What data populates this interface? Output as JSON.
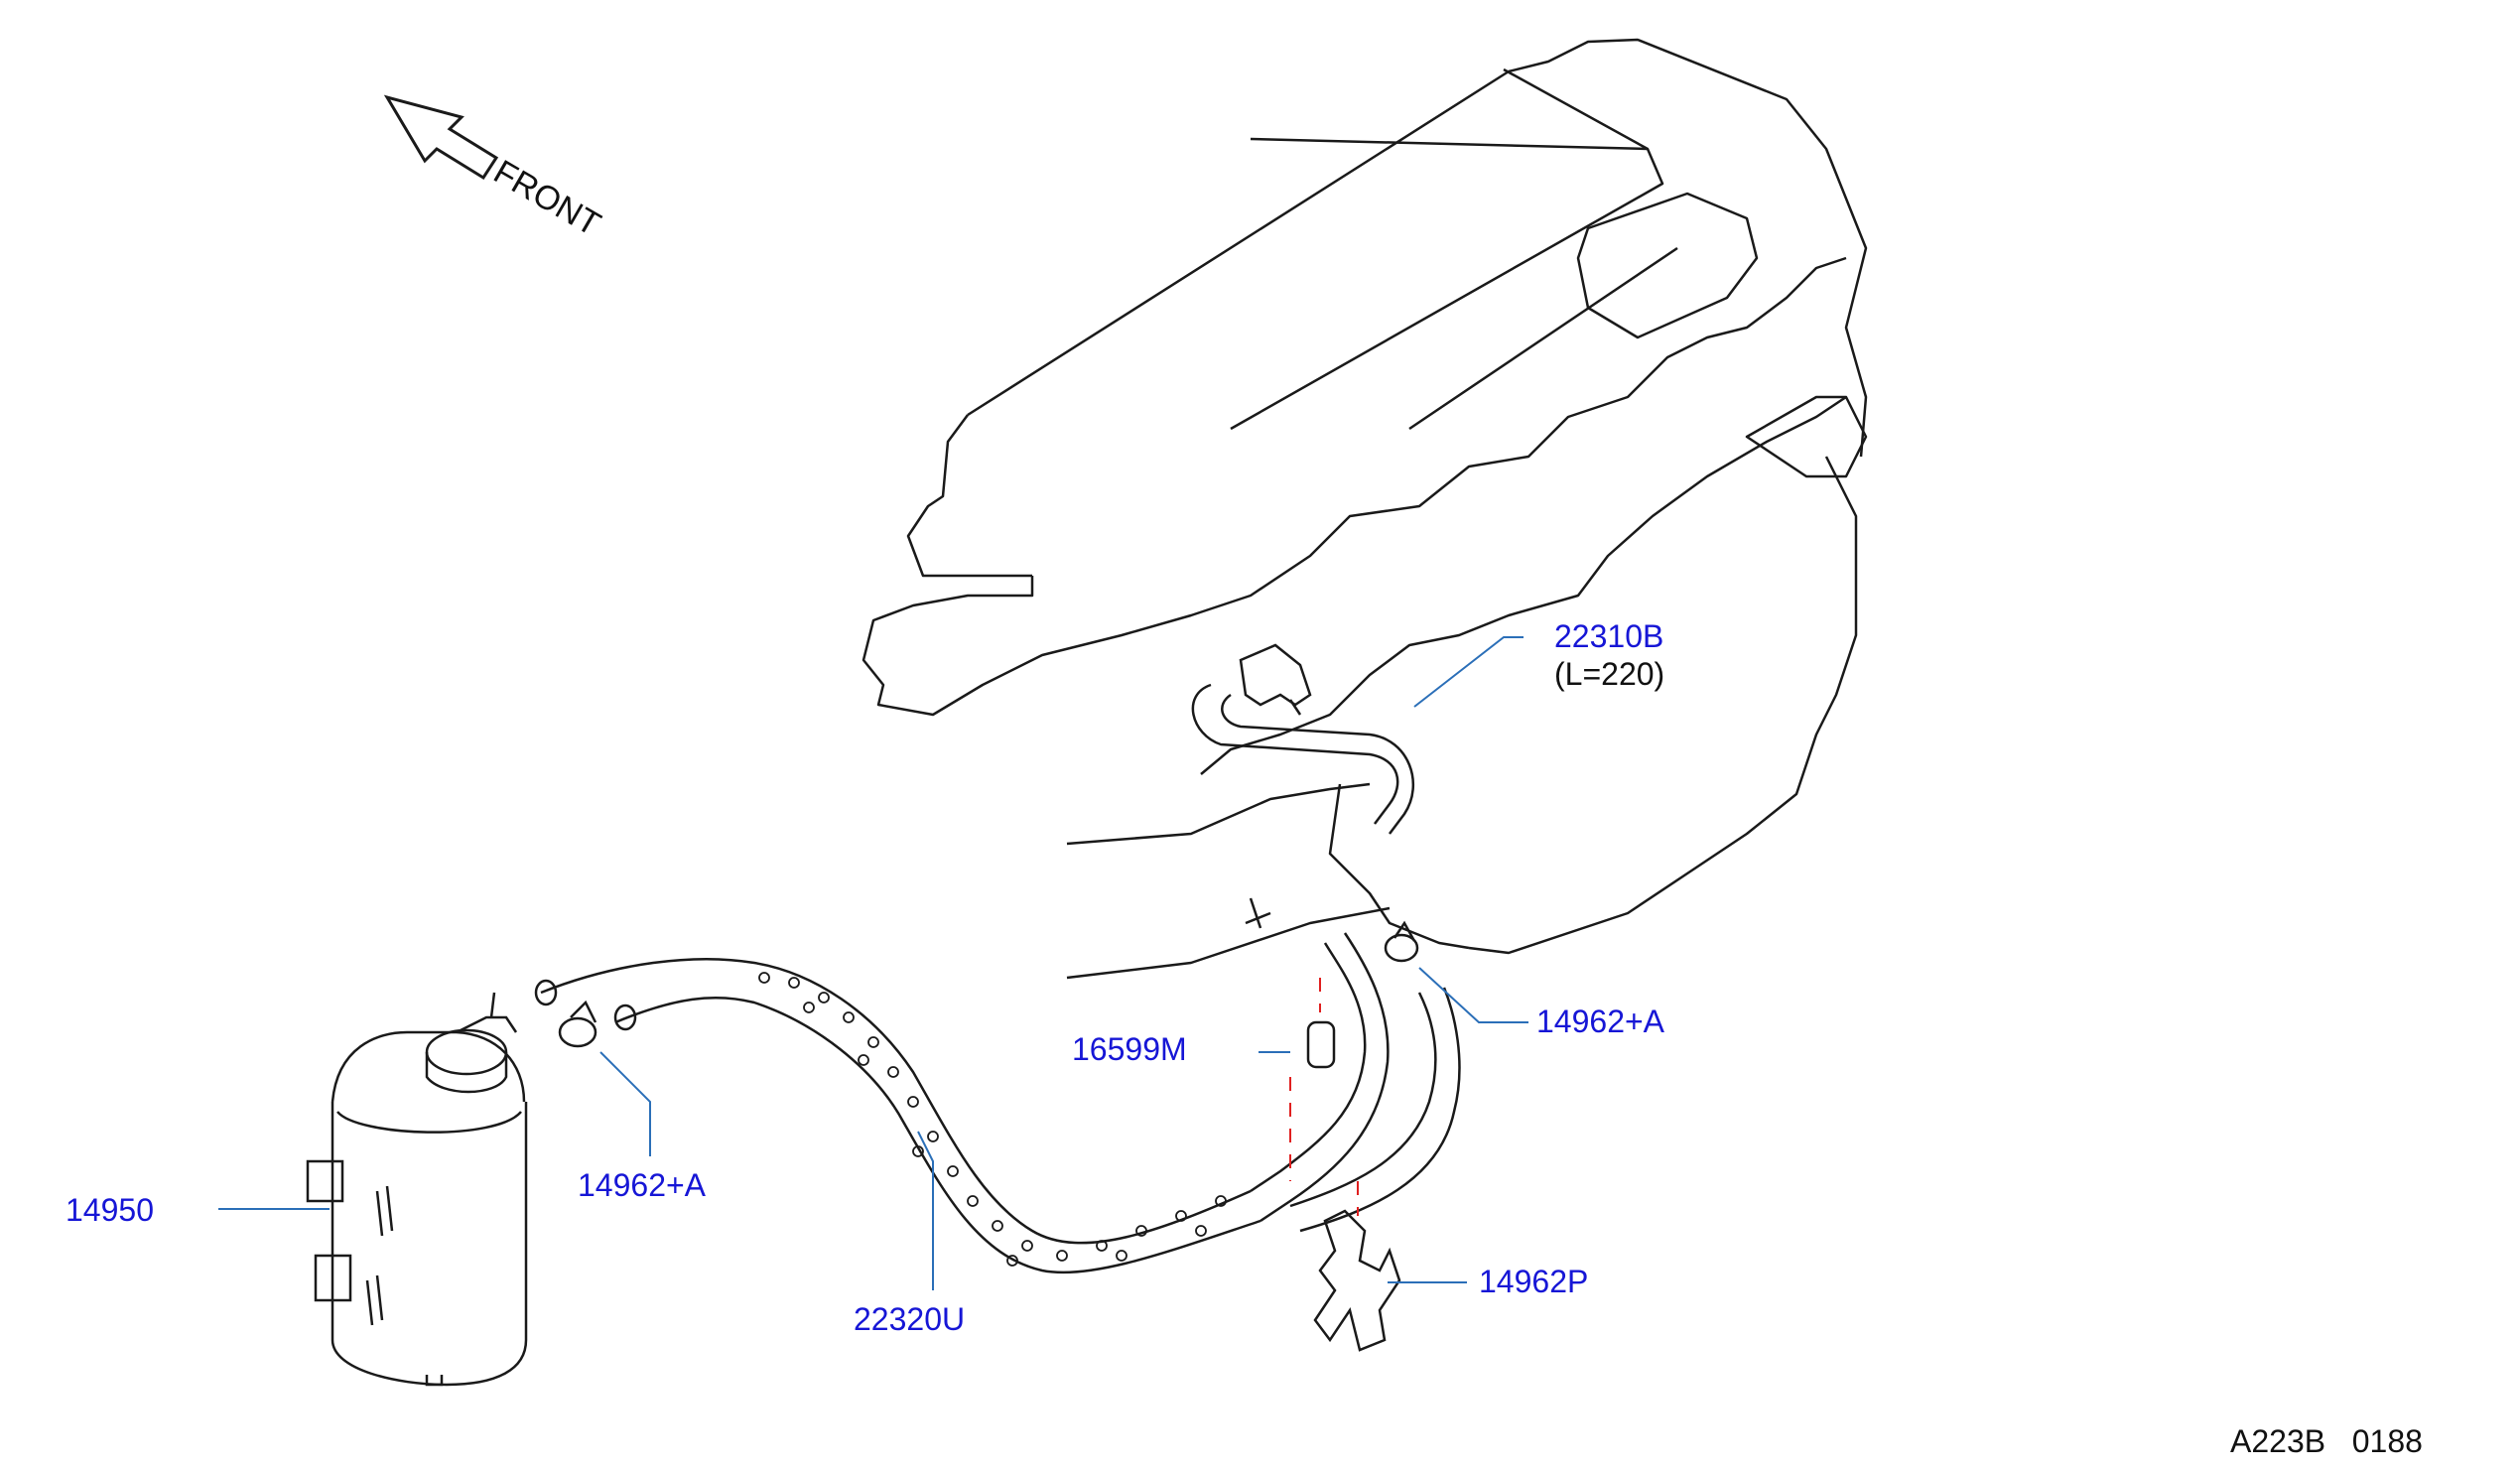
{
  "diagram": {
    "front": "FRONT",
    "drawing_ref": "A223B   0188",
    "colors": {
      "line": "#1a1a1a",
      "label": "#1616d6",
      "leader": "#2b6fb8",
      "dash": "#e02020",
      "text": "#111111"
    },
    "labels": {
      "p22310b": "22310B",
      "p22310b_len": "(L=220)",
      "p14962a_right": "14962+A",
      "p16599m": "16599M",
      "p14962a_left": "14962+A",
      "p14950": "14950",
      "p22320u": "22320U",
      "p14962p": "14962P"
    }
  }
}
